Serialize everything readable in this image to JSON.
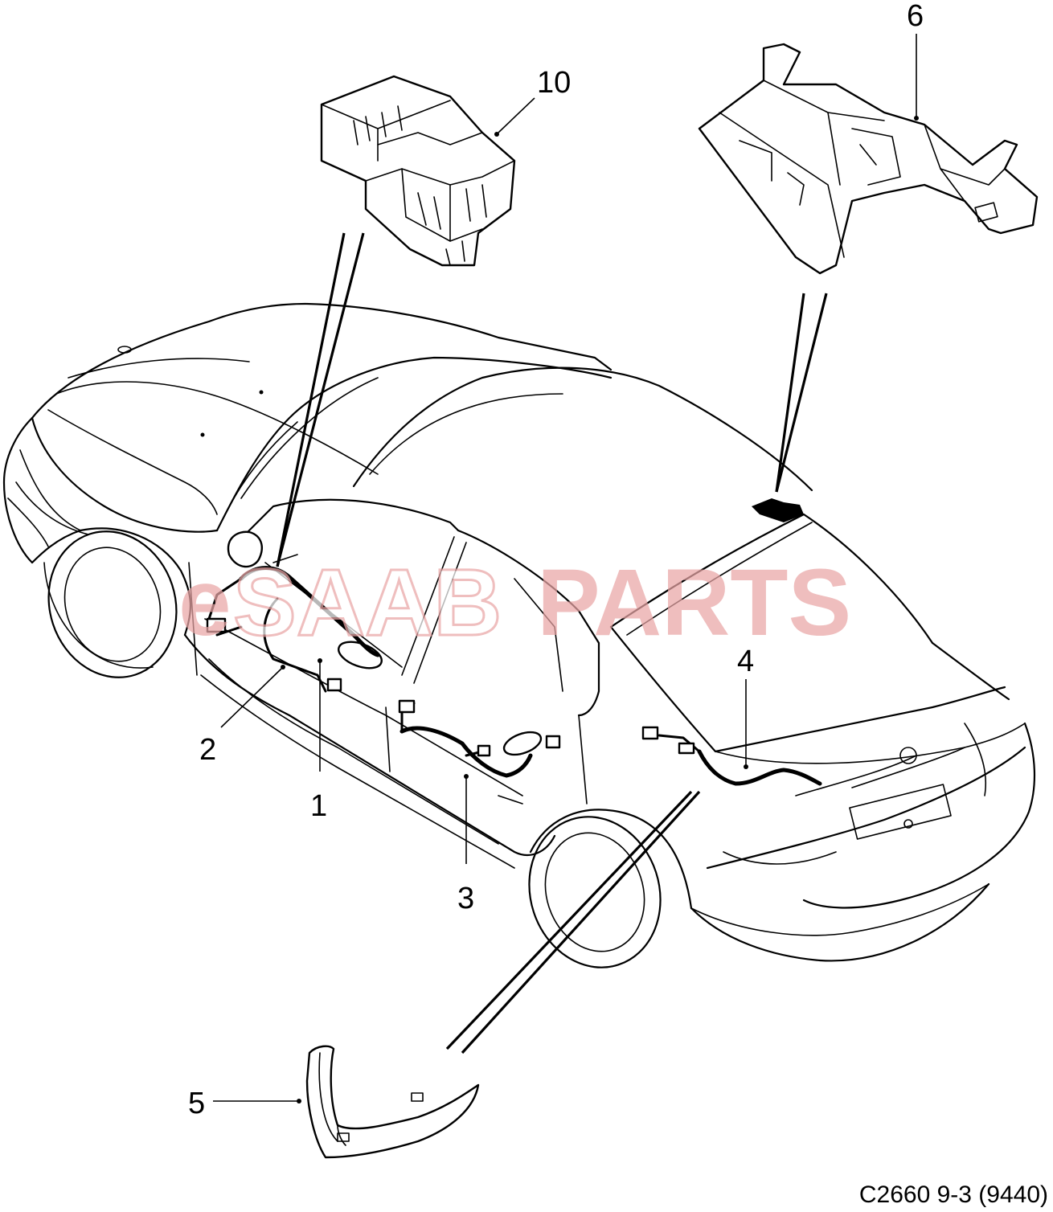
{
  "watermark": {
    "text_e": "e",
    "text_saab": "SAAB",
    "text_parts": "PARTS",
    "color": "#e9a6a6"
  },
  "callouts": {
    "c1": "1",
    "c2": "2",
    "c3": "3",
    "c4": "4",
    "c5": "5",
    "c6": "6",
    "c10": "10"
  },
  "diagram_code": "C2660 9-3 (9440)"
}
